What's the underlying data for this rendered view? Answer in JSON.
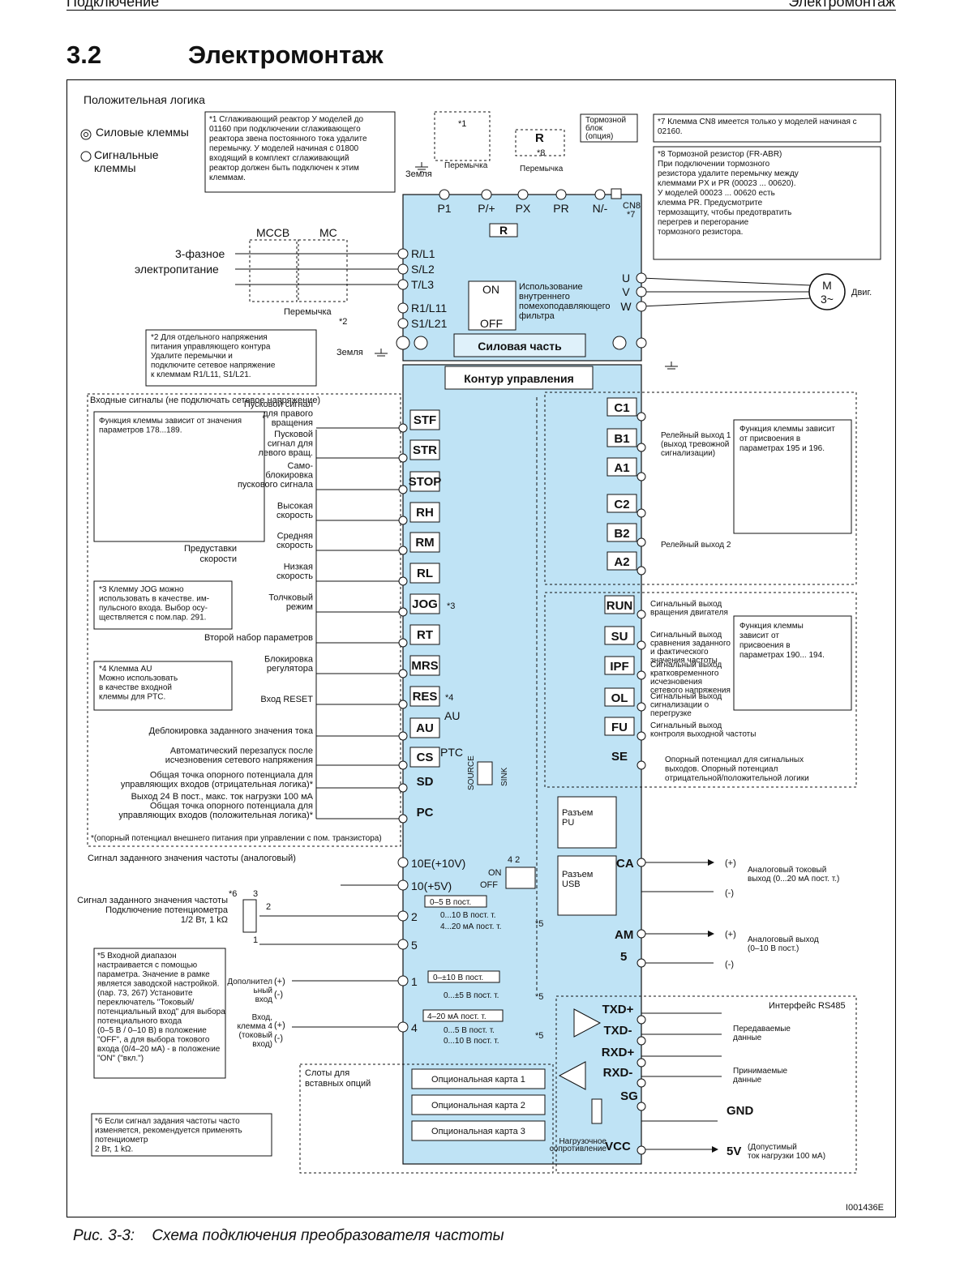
{
  "header": {
    "left": "Подключение",
    "right": "Электромонтаж"
  },
  "section": {
    "number": "3.2",
    "title": "Электромонтаж"
  },
  "figure_code": "I001436E",
  "caption": {
    "number": "Рис. 3-3:",
    "text": "Схема подключения преобразователя частоты"
  },
  "legend": {
    "title": "Положительная логика",
    "power": "Силовые клеммы",
    "signal_1": "Сигнальные",
    "signal_2": "клеммы"
  },
  "notes": {
    "n1": [
      "*1 Сглаживающий реактор У моделей до",
      "01160 при подключении сглаживающего",
      "реактора звена постоянного тока удалите",
      "перемычку. У моделей начиная с 01800",
      "входящий в комплект сглаживающий",
      "реактор должен быть подключен к этим",
      "клеммам."
    ],
    "n7": [
      "*7  Клемма CN8 имеется только у моделей начиная с",
      "02160."
    ],
    "n8": [
      "*8  Тормозной резистор (FR-ABR)",
      "При подключении тормозного",
      "резистора удалите перемычку между",
      "клеммами PX и PR (00023 ... 00620).",
      "У моделей 00023 ... 00620 есть",
      "клемма PR. Предусмотрите",
      "термозащиту, чтобы предотвратить",
      "перегрев и перегорание",
      "тормозного резистора."
    ],
    "n2": [
      "*2  Для отдельного напряжения",
      "питания управляющего контура",
      "Удалите перемычки и",
      "подключите сетевое напряжение",
      "к клеммам  R1/L11, S1/L21."
    ],
    "n3": [
      "*3   Клемму JOG  можно",
      "использовать в качестве. им-",
      "пульсного входа. Выбор осу-",
      "ществляется с пом.пар. 291."
    ],
    "n4": [
      "*4   Клемма AU",
      "Можно использовать",
      "в качестве входной",
      "клеммы для PTC."
    ],
    "n5": [
      "*5   Входной диапазон",
      "настраивается с помощью",
      "параметра. Значение в рамке",
      "является заводской настройкой.",
      "(пар. 73, 267) Установите",
      "переключатель \"Токовый/",
      "потенциальный вход\" для выбора",
      "потенциального входа",
      "(0–5 В / 0–10 В) в положение",
      "\"OFF\", а для выбора токового",
      "входа (0/4–20 мА) - в положение",
      "\"ON\" (\"вкл.\")"
    ],
    "n6": [
      "*6  Если сигнал задания частоты часто",
      "изменяется, рекомендуется применять",
      "потенциометр",
      "2 Вт, 1 kΩ."
    ],
    "func_in": [
      "Функция клеммы зависит от значения",
      "параметров 178...189."
    ],
    "func_relay": [
      "Функция клеммы зависит",
      "от присвоения в",
      "параметрах 195 и 196."
    ],
    "func_out": [
      "Функция клеммы",
      "зависит от",
      "присвоения в",
      "параметрах 190... 194."
    ]
  },
  "labels": {
    "brake_unit": [
      "Тормозной",
      "блок",
      "(опция)"
    ],
    "earth": "Земля",
    "jumper": "Перемычка",
    "supply_1": "3-фазное",
    "supply_2": "электропитание",
    "mccb": "MCCB",
    "mc": "MC",
    "power_section": "Силовая часть",
    "control_section": "Контур управления",
    "filter": [
      "Использование",
      "внутреннего",
      "помехоподавляющего",
      "фильтра"
    ],
    "on": "ON",
    "off": "OFF",
    "motor_m": "M",
    "motor_3": "3~",
    "motor_label": "Двиг.",
    "inputs_title": "Входные сигналы (не подключать сетевое напряжение)",
    "inputs_footer": "*(опорный потенциал внешнего питания при управлении с пом. транзистора)",
    "analog_title": "Сигнал заданного значения частоты (аналоговый)",
    "pot": [
      "Сигнал заданного значения частоты",
      "Подключение потенциометра",
      "1/2 Вт, 1 kΩ"
    ],
    "speed_presets": [
      "Предуставки",
      "скорости"
    ],
    "aux_input": [
      "Дополнител",
      "ьный",
      "вход"
    ],
    "input4": [
      "Вход,",
      "клемма 4",
      "(токовый",
      "вход)"
    ],
    "slots": [
      "Слоты для",
      "вставных опций"
    ],
    "cards": [
      "Опциональная карта 1",
      "Опциональная карта 2",
      "Опциональная карта 3"
    ],
    "pu": [
      "Разъем",
      "PU"
    ],
    "usb": [
      "Разъем",
      "USB"
    ],
    "rs485": "Интерфейс RS485",
    "tx_data": [
      "Передаваемые",
      "данные"
    ],
    "rx_data": [
      "Принимаемые",
      "данные"
    ],
    "load_res": [
      "Нагрузочное",
      "сопротивление"
    ],
    "gnd": "GND",
    "v5": "5V",
    "v5_note": [
      "(Допустимый",
      "ток нагрузки 100 мА)"
    ],
    "ca_note": [
      "Аналоговый токовый",
      "выход (0...20 мА пост. т.)"
    ],
    "am_note": [
      "Аналоговый выход",
      "(0–10 В пост.)"
    ],
    "relay1": [
      "Релейный выход 1",
      "(выход тревожной",
      "сигнализации)"
    ],
    "relay2": "Релейный выход 2",
    "se_note": [
      "Опорный потенциал для сигнальных",
      "выходов. Опорный потенциал",
      "отрицательной/положительной логики"
    ],
    "source": "SOURCE",
    "sink": "SINK",
    "plus": "(+)",
    "minus": "(-)",
    "range_2a": "0–5 В пост.",
    "range_2b": "0...10 В пост. т.",
    "range_2c": "4...20 мА пост. т.",
    "range_1a": "0–±10 В пост.",
    "range_1b": "0...±5 В пост. т.",
    "range_4a": "4–20 мА пост. т.",
    "range_4b": "0...5 В пост. т.",
    "range_4c": "0...10 В пост. т.",
    "star5": "*5",
    "star6": "*6",
    "star1": "*1",
    "star2": "*2",
    "star3": "*3",
    "star4": "*4",
    "star7": "*7",
    "star8": "*8",
    "sw_42": "4  2"
  },
  "power_terminals_top": [
    "P1",
    "P/+",
    "PX",
    "PR",
    "N/-",
    "CN8"
  ],
  "power_terminals_left": [
    "R/L1",
    "S/L2",
    "T/L3",
    "R1/L11",
    "S1/L21"
  ],
  "power_terminals_right": [
    "U",
    "V",
    "W"
  ],
  "resistor_label": "R",
  "input_terminals": [
    {
      "name": "STF",
      "desc": [
        "Пусковой сигнал",
        "для правого",
        "вращения"
      ]
    },
    {
      "name": "STR",
      "desc": [
        "Пусковой",
        "сигнал для",
        "левого вращ."
      ]
    },
    {
      "name": "STOP",
      "desc": [
        "Само-",
        "блокировка",
        "пускового сигнала"
      ]
    },
    {
      "name": "RH",
      "desc": [
        "Высокая",
        "скорость"
      ]
    },
    {
      "name": "RM",
      "desc": [
        "Средняя",
        "скорость"
      ]
    },
    {
      "name": "RL",
      "desc": [
        "Низкая",
        "скорость"
      ]
    },
    {
      "name": "JOG",
      "desc": [
        "Толчковый",
        "режим"
      ]
    },
    {
      "name": "RT",
      "desc": [
        "Второй набор параметров"
      ]
    },
    {
      "name": "MRS",
      "desc": [
        "Блокировка",
        "регулятора"
      ]
    },
    {
      "name": "RES",
      "desc": [
        "Вход RESET"
      ]
    },
    {
      "name": "AU",
      "desc": [
        "Деблокировка заданного значения тока"
      ]
    },
    {
      "name": "CS",
      "desc": [
        "Автоматический перезапуск после",
        "исчезновения сетевого напряжения"
      ]
    },
    {
      "name": "SD",
      "desc": [
        "Общая точка опорного потенциала для",
        "управляющих входов (отрицательная логика)*"
      ]
    },
    {
      "name": "PC",
      "desc": [
        "Выход 24 В пост., макс. ток нагрузки 100 мА",
        "Общая точка опорного потенциала для",
        "управляющих входов (положительная логика)*"
      ]
    }
  ],
  "au_switch": [
    "AU",
    "PTC"
  ],
  "relay_terminals": [
    "C1",
    "B1",
    "A1",
    "C2",
    "B2",
    "A2"
  ],
  "output_terminals": [
    {
      "name": "RUN",
      "desc": [
        "Сигнальный выход",
        "вращения двигателя"
      ]
    },
    {
      "name": "SU",
      "desc": [
        "Сигнальный выход",
        "сравнения заданного",
        "и фактического",
        "значения частоты"
      ]
    },
    {
      "name": "IPF",
      "desc": [
        "Сигнальный выход",
        "кратковременного",
        "исчезновения",
        "сетевого напряжения"
      ]
    },
    {
      "name": "OL",
      "desc": [
        "Сигнальный выход",
        "сигнализации о",
        "перегрузке"
      ]
    },
    {
      "name": "FU",
      "desc": [
        "Сигнальный выход",
        "контроля выходной частоты"
      ]
    },
    {
      "name": "SE",
      "desc": []
    }
  ],
  "analog_terminals": [
    "10E(+10V)",
    "10(+5V)",
    "2",
    "5",
    "1",
    "4"
  ],
  "pot_pins": [
    "3",
    "2",
    "1"
  ],
  "analog_out_terminals": [
    "CA",
    "AM",
    "5"
  ],
  "rs485_terminals": [
    "TXD+",
    "TXD-",
    "RXD+",
    "RXD-",
    "SG",
    "VCC"
  ]
}
